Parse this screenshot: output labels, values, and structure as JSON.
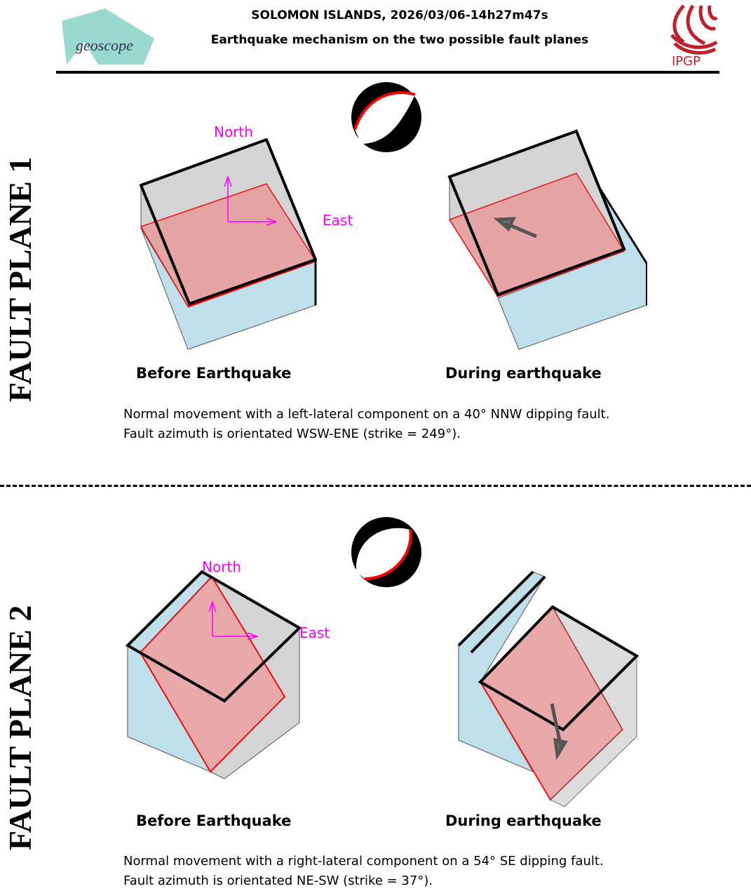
{
  "header": {
    "title": "SOLOMON ISLANDS, 2026/03/06-14h27m47s",
    "subtitle": "Earthquake mechanism on the two possible fault planes",
    "logo_left": "geoscope",
    "logo_right": "IPGP"
  },
  "planes": [
    {
      "side_label": "FAULT PLANE 1",
      "north": "North",
      "east": "East",
      "before": "Before Earthquake",
      "during": "During earthquake",
      "desc1": "Normal movement with a left-lateral component on a 40° NNW dipping fault.",
      "desc2": "Fault azimuth is orientated WSW-ENE (strike = 249°)."
    },
    {
      "side_label": "FAULT PLANE 2",
      "north": "North",
      "east": "East",
      "before": "Before Earthquake",
      "during": "During earthquake",
      "desc1": "Normal movement with a right-lateral component on a 54° SE dipping fault.",
      "desc2": "Fault azimuth is orientated NE-SW (strike = 37°)."
    }
  ],
  "colors": {
    "fault": "#e8a0a0",
    "footwall": "#bfe0ea",
    "hanging": "#d4d4d4",
    "label": "#ff00ff",
    "ipgp": "#c0202a"
  }
}
